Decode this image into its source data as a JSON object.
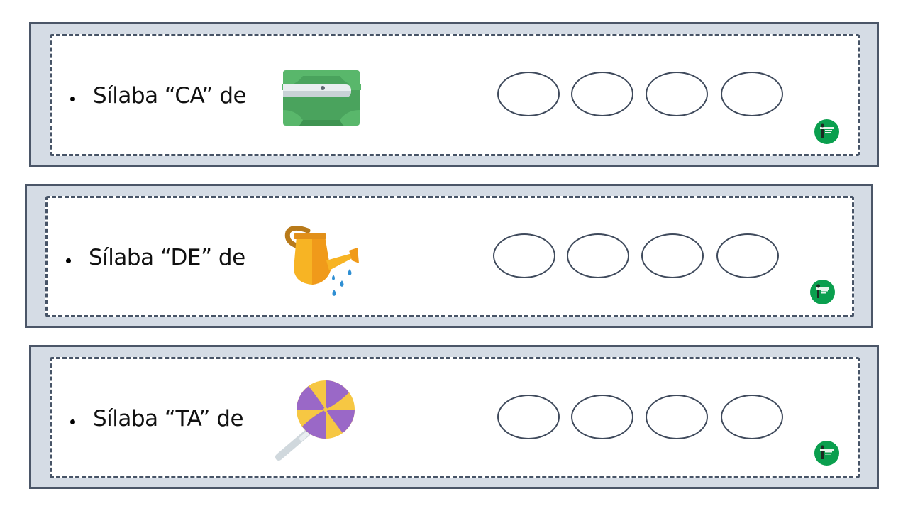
{
  "cards": [
    {
      "label": "Sílaba “CA” de",
      "bullet": "•",
      "image": "pencil-sharpener-icon",
      "answer_ovals": 4
    },
    {
      "label": "Sílaba “DE” de",
      "bullet": "•",
      "image": "watering-can-icon",
      "answer_ovals": 4
    },
    {
      "label": "Sílaba “TA” de",
      "bullet": "•",
      "image": "lollipop-icon",
      "answer_ovals": 4
    }
  ],
  "colors": {
    "card_background": "#d5dce5",
    "card_border": "#4b5668",
    "dashed_border": "#475467",
    "oval_border": "#3f4a5c",
    "badge": "#0a9f4e"
  },
  "badge_icon": "teacher-logo-icon"
}
